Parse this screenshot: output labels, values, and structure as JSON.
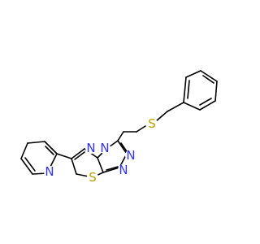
{
  "molecule": {
    "atoms": [
      {
        "id": "N_pyridine",
        "label": "N",
        "color": "#3333ff"
      },
      {
        "id": "N_thiadiazole",
        "label": "N",
        "color": "#3333ff"
      },
      {
        "id": "N_bridge",
        "label": "N",
        "color": "#3333ff"
      },
      {
        "id": "N_triazole_a",
        "label": "N",
        "color": "#3333ff"
      },
      {
        "id": "N_triazole_b",
        "label": "N",
        "color": "#3333ff"
      },
      {
        "id": "S_ring",
        "label": "S",
        "color": "#b8a000"
      },
      {
        "id": "S_thioether",
        "label": "S",
        "color": "#b8a000"
      }
    ],
    "bond_color": "#000000",
    "background": "#ffffff"
  }
}
